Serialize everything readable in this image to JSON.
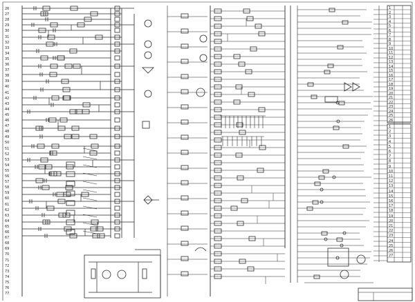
{
  "sheet": {
    "background": "#ffffff",
    "ink": "#262626"
  },
  "labels": {
    "left_margin_rows": [
      "26",
      "27",
      "28",
      "29",
      "30",
      "31",
      "32",
      "33",
      "34",
      "35",
      "36",
      "37",
      "38",
      "39",
      "40",
      "41",
      "42",
      "43",
      "44",
      "45",
      "46",
      "47",
      "48",
      "49",
      "50",
      "51",
      "52",
      "53",
      "54",
      "55",
      "56",
      "57",
      "58",
      "59",
      "60",
      "61",
      "62",
      "63",
      "64",
      "65",
      "66",
      "67",
      "68",
      "69",
      "70",
      "71",
      "72",
      "73",
      "74",
      "75",
      "76",
      "77"
    ],
    "right_table_top_rows": [
      "1",
      "2",
      "3",
      "4",
      "5",
      "6",
      "7",
      "8",
      "9",
      "10",
      "11",
      "12",
      "13",
      "14",
      "15",
      "16",
      "17",
      "18",
      "19",
      "20",
      "21",
      "22",
      "23",
      "24",
      "25",
      "26"
    ],
    "right_table_bottom_rows": [
      "1",
      "2",
      "3",
      "4",
      "5",
      "6",
      "7",
      "8",
      "9",
      "10",
      "11",
      "12",
      "13",
      "14",
      "15",
      "16",
      "17",
      "18",
      "19",
      "20",
      "21",
      "22",
      "23",
      "24",
      "25",
      "26",
      "27"
    ]
  }
}
